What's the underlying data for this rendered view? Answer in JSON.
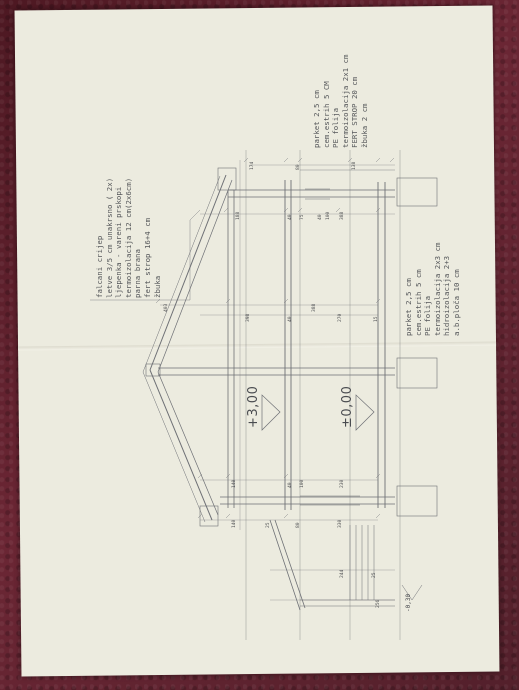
{
  "roof_layers": [
    "falcani crijep",
    "letve 3/5 cm unakrsno ( 2x)",
    "ljepenka - vareni prskopi",
    "termoizolacija 12 cm(2x6cm)",
    "parna brana",
    "fert strop 16+4 cm",
    "žbuka"
  ],
  "upper_floor_layers": [
    "parket 2,5 cm",
    "cem.estrih 5 CM",
    "PE folija",
    "termoizolacija 2x1 cm",
    "FERT STROP 20 cm",
    "žbuka 2 cm"
  ],
  "ground_floor_layers": [
    "parket 2,5 cm",
    "cem.estrih 5 cm",
    "PE folija",
    "termoizolacija 2x3 cm",
    "hidroizolacija 2+3",
    "a.b.ploča 10 cm"
  ],
  "level_upper": "+3,00",
  "level_ground": "±0,00",
  "level_outside": "-0,30",
  "dims_right_top": [
    "174",
    "80",
    "138"
  ],
  "dims_row2": [
    "188",
    "40",
    "75",
    "40",
    "100",
    "388"
  ],
  "dims_row3": [
    "403",
    "398",
    "40",
    "388",
    "270",
    "15"
  ],
  "dims_row4": [
    "140",
    "40",
    "100",
    "230"
  ],
  "dims_row5": [
    "140",
    "25",
    "80",
    "330"
  ],
  "dims_left": [
    "244",
    "25",
    "256"
  ]
}
